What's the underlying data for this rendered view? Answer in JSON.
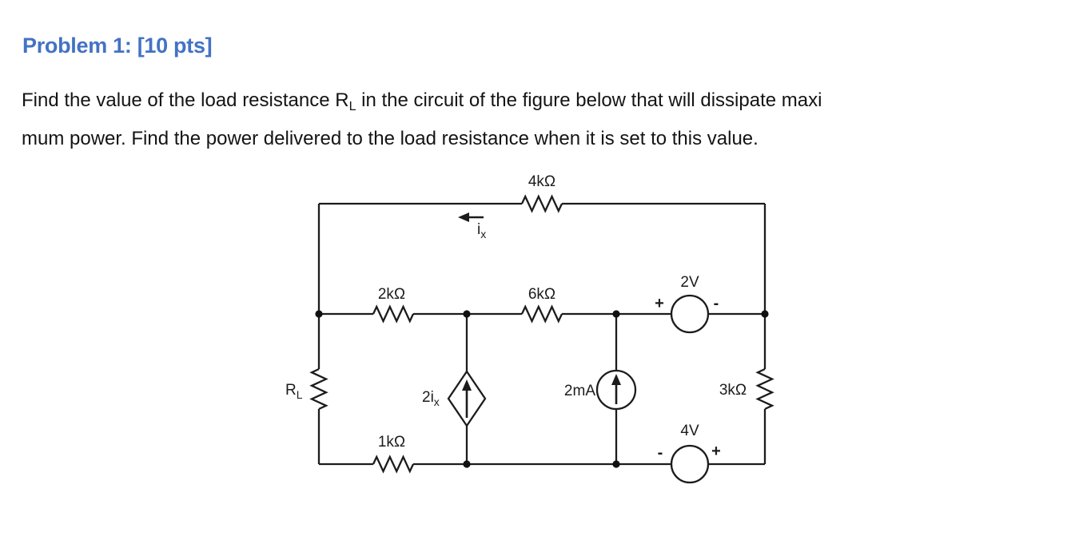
{
  "title": {
    "text": "Problem 1: [10 pts]",
    "color": "#4472C4"
  },
  "problem": {
    "line1_before_sub": "Find the value of the load resistance R",
    "line1_sub": "L",
    "line1_after_sub": " in the circuit of the figure below that will dissipate maxi",
    "line2": "mum power. Find the power delivered to the load resistance when it is set to this value."
  },
  "circuit": {
    "line_color": "#1c1c1c",
    "labels": {
      "r4k": "4kΩ",
      "r2k": "2kΩ",
      "r6k": "6kΩ",
      "r1k": "1kΩ",
      "r3k": "3kΩ",
      "rl_base": "R",
      "rl_sub": "L",
      "ix_base": "i",
      "ix_sub": "x",
      "dep_base": "2i",
      "dep_sub": "x",
      "isrc": "2mA",
      "v2": "2V",
      "v2_plus": "+",
      "v2_minus": "-",
      "v4": "4V",
      "v4_minus": "-",
      "v4_plus": "+"
    }
  }
}
